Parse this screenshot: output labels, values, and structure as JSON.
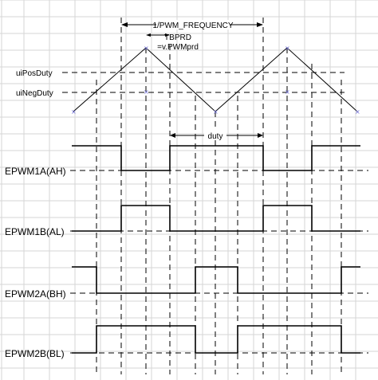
{
  "annotations": {
    "period": "1/PWM_FREQUENCY",
    "tbprd_line1": "TBPRD",
    "tbprd_line2": "=v.PWMprd",
    "duty": "duty"
  },
  "levels": {
    "pos_duty": "uiPosDuty",
    "neg_duty": "uiNegDuty"
  },
  "signals": [
    {
      "name": "EPWM1A(AH)"
    },
    {
      "name": "EPWM1B(AL)"
    },
    {
      "name": "EPWM2A(BH)"
    },
    {
      "name": "EPWM2B(BL)"
    }
  ],
  "colors": {
    "line": "#000000",
    "grid": "#d6d6d6",
    "marker": "#6b6bd6"
  }
}
